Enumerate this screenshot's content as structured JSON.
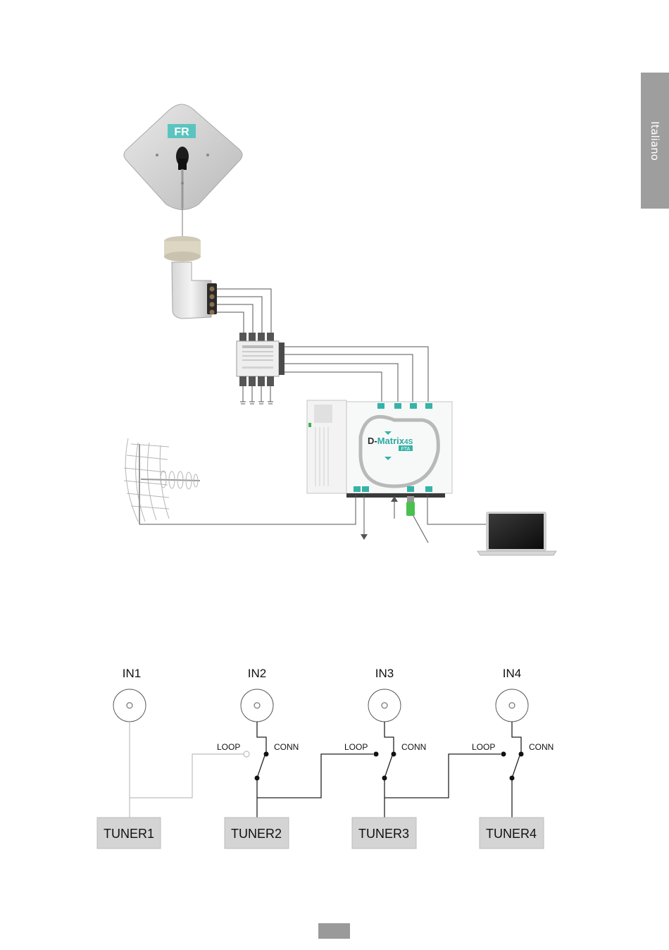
{
  "side_tab": {
    "label": "Italiano"
  },
  "page_number": {
    "label": ""
  },
  "dish": {
    "logo_text": "FR"
  },
  "headend": {
    "brand_prefix": "D-",
    "brand_main": "Matrix",
    "brand_suffix": "4S",
    "brand_badge": "FTA"
  },
  "tuner_diagram": {
    "inputs": [
      "IN1",
      "IN2",
      "IN3",
      "IN4"
    ],
    "tuners": [
      "TUNER1",
      "TUNER2",
      "TUNER3",
      "TUNER4"
    ],
    "loop_label": "LOOP",
    "conn_label": "CONN"
  }
}
